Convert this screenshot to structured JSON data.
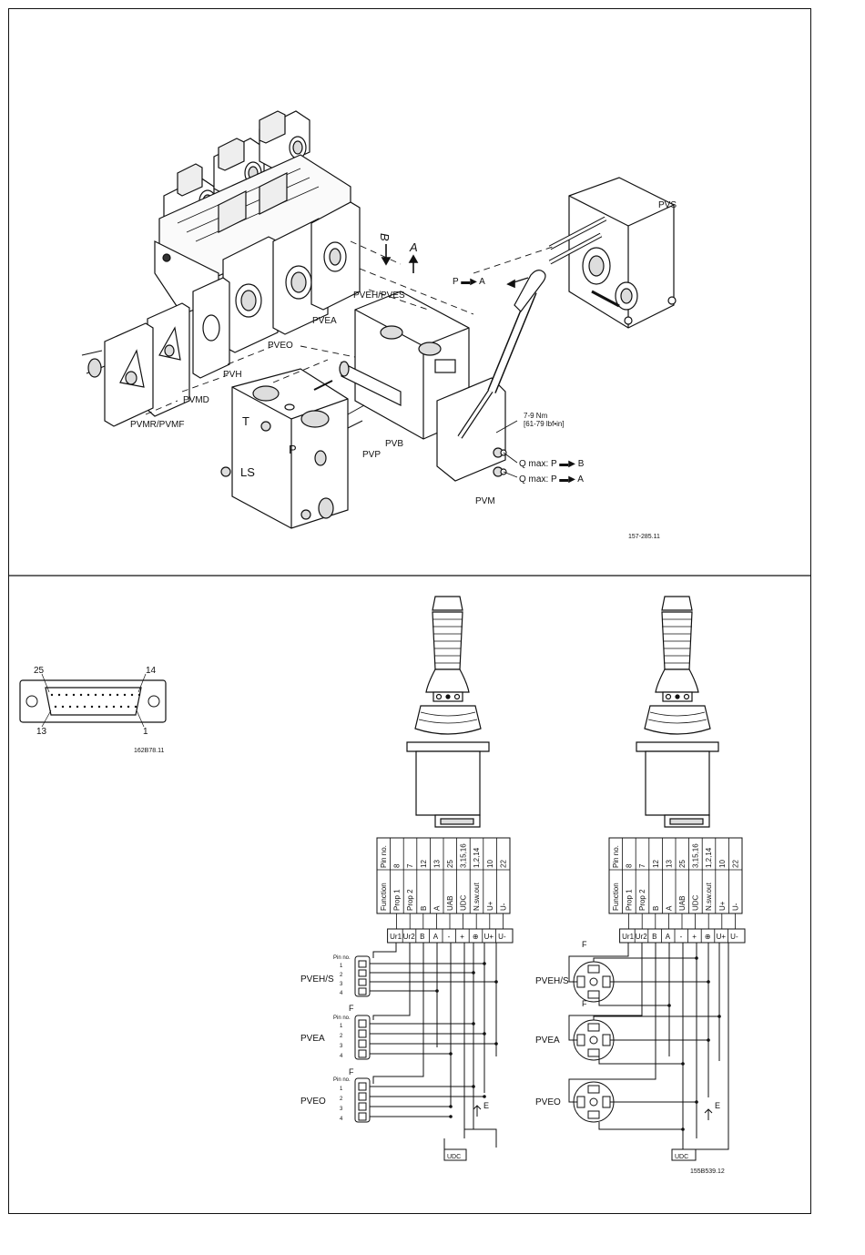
{
  "labels": {
    "pvs": "PVS",
    "pveh_pves": "PVEH/PVES",
    "pvea": "PVEA",
    "pveo": "PVEO",
    "pvh": "PVH",
    "pvmd": "PVMD",
    "pvmr_pvmf": "PVMR/PVMF",
    "pvb": "PVB",
    "pvp": "PVP",
    "pvm": "PVM",
    "dir_b": "B",
    "dir_a": "A",
    "p_to_a": "P ▬▶ A",
    "torque": "7-9 Nm",
    "torque_imperial": "[61-79 lbf•in]",
    "qmax_pb": "Q max: P ▬▶ B",
    "qmax_pa": "Q max: P ▬▶ A",
    "port_t": "T",
    "port_p": "P",
    "port_ls": "LS",
    "fig_top": "157-285.11"
  },
  "connector": {
    "pin25": "25",
    "pin14": "14",
    "pin13": "13",
    "pin1": "1",
    "ref": "162B78.11"
  },
  "table": {
    "header": [
      "Function",
      "Pin no."
    ],
    "rows_left": [
      [
        "Prop 1",
        "8"
      ],
      [
        "Prop 2",
        "7"
      ],
      [
        "B",
        "12"
      ],
      [
        "A",
        "13"
      ],
      [
        "UAB",
        "25"
      ],
      [
        "UDC",
        "3,15,16"
      ],
      [
        "N.sw.out",
        "1,2,14"
      ],
      [
        "U+",
        "10"
      ],
      [
        "U-",
        "22"
      ]
    ],
    "rows_right": [
      [
        "Prop 1",
        "8"
      ],
      [
        "Prop 2",
        "7"
      ],
      [
        "B",
        "12"
      ],
      [
        "A",
        "13"
      ],
      [
        "UAB",
        "25"
      ],
      [
        "UDC",
        "3,15,16"
      ],
      [
        "N.sw.out",
        "1,2,14"
      ],
      [
        "U+",
        "10"
      ],
      [
        "U-",
        "22"
      ]
    ],
    "terminals": [
      "Ur1",
      "Ur2",
      "B",
      "A",
      "-",
      "+",
      "⊕",
      "U+",
      "U-"
    ]
  },
  "wiring": {
    "pveh_s": "PVEH/S",
    "pvea": "PVEA",
    "pveo": "PVEO",
    "pin_no": "Pin no.",
    "pins": [
      "1",
      "2",
      "3",
      "4"
    ],
    "f": "F",
    "e": "E",
    "udc": "UDC",
    "fig_bottom": "155B539.12"
  }
}
